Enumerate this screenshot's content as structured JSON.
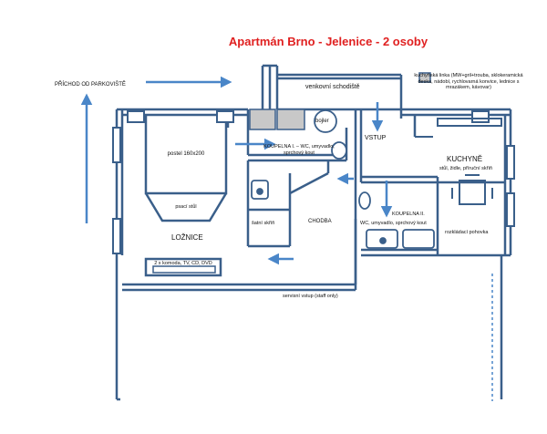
{
  "title": "Apartmán Brno - Jelenice - 2 osoby",
  "labels": {
    "parking": "PŘÍCHOD OD PARKOVIŠTĚ",
    "kitchen_line": "kuchyňská linka (MW+gril+trouba, sklokeramická deska, nádobí, rychlovarná konvice, lednice s mrazákem, kávovar)",
    "stairs": "venkovní schodiště",
    "boiler": "bojler",
    "entrance": "VSTUP",
    "bed": "postel 160x200",
    "bathroom1": "KOUPELNA I. – WC, umyvadlo, sprchový kout",
    "kitchen": "KUCHYNĚ",
    "kitchen_furniture": "stůl, židle, příruční skříň",
    "desk": "psací stůl",
    "bathroom2": "KOUPELNA II.",
    "bathroom2_detail": "WC, umyvadlo, sprchový kout",
    "wardrobe": "šatní skříň",
    "corridor": "CHODBA",
    "bedroom": "LOŽNICE",
    "sofa": "rozkládací pohovka",
    "dresser": "2 x komoda, TV, CD, DVD",
    "service": "servisní vstup (staff only)"
  },
  "colors": {
    "wall": "#3a5f8a",
    "arrow": "#4a86c8",
    "fixture": "#c8c8c8",
    "title": "#e02020"
  }
}
